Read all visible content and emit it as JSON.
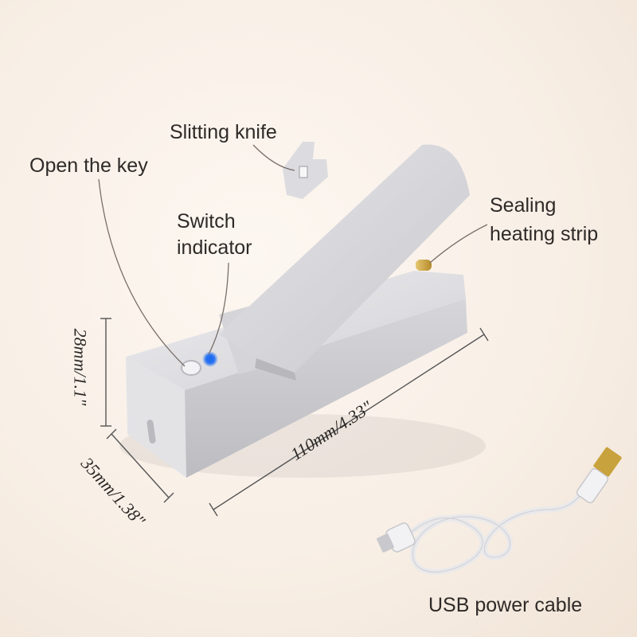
{
  "labels": {
    "slitting_knife": "Slitting knife",
    "open_the_key": "Open the key",
    "switch_indicator": [
      "Switch",
      "indicator"
    ],
    "sealing_heating_strip": [
      "Sealing",
      "heating strip"
    ],
    "usb_power_cable": "USB power cable"
  },
  "dimensions": {
    "height": "28mm/1.1\"",
    "depth": "35mm/1.38\"",
    "length": "110mm/4.33\""
  },
  "colors": {
    "device_body": "#d9d9dc",
    "indicator_led": "#1e6cf0",
    "heating_strip": "#c9a24a",
    "usb_plug": "#c8a23c"
  }
}
